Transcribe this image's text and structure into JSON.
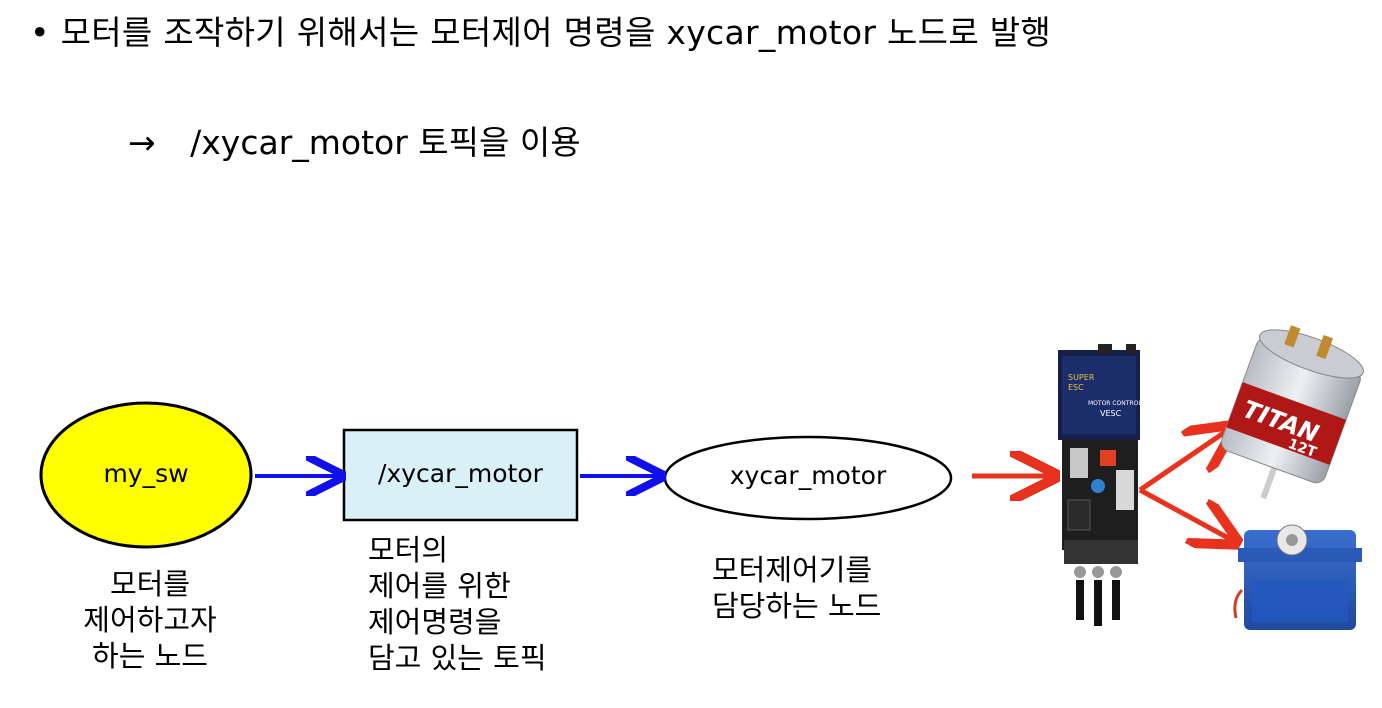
{
  "header": {
    "bullet": "•",
    "title": "모터를 조작하기 위해서는 모터제어 명령을 xycar_motor 노드로 발행",
    "subtitle_arrow": "→",
    "subtitle": "/xycar_motor 토픽을 이용"
  },
  "diagram": {
    "node_my_sw": {
      "label": "my_sw",
      "fill": "#ffff00",
      "caption": [
        "모터를",
        "제어하고자",
        "하는 노드"
      ]
    },
    "topic_xycar_motor": {
      "label": "/xycar_motor",
      "fill": "#d9f0f7",
      "caption": [
        "모터의",
        "제어를 위한",
        "제어명령을",
        "담고 있는 토픽"
      ]
    },
    "node_xycar_motor": {
      "label": "xycar_motor",
      "caption": [
        "모터제어기를",
        "담당하는 노드"
      ]
    },
    "esc": {
      "label_lines": [
        "SUPER",
        "ESC",
        "MOTOR CONTROLLER",
        "VESC"
      ]
    },
    "motor": {
      "label_lines": [
        "TITAN",
        "12T"
      ]
    },
    "servo": {},
    "colors": {
      "blue_arrow": "#1010e8",
      "red_arrow": "#e8321e"
    }
  }
}
